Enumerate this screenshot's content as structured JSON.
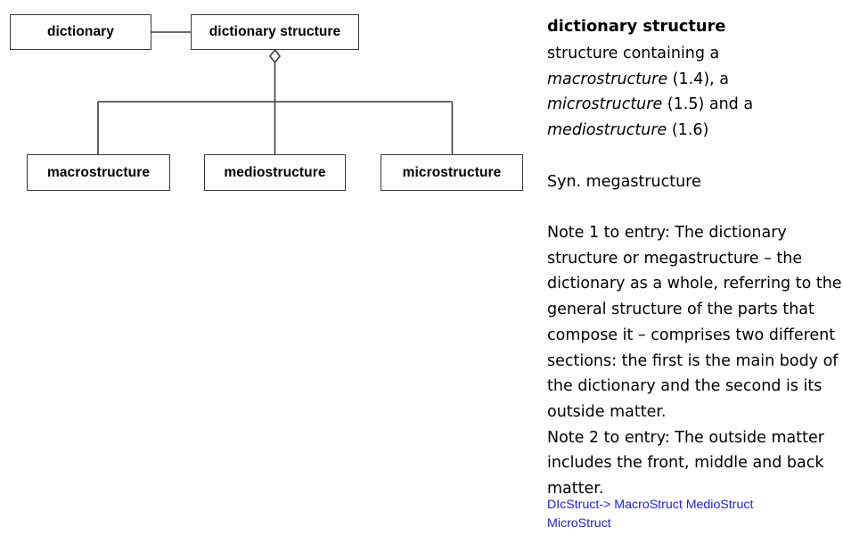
{
  "diagram": {
    "type": "uml-aggregation",
    "nodes": [
      {
        "id": "dictionary",
        "label": "dictionary"
      },
      {
        "id": "dictionary-structure",
        "label": "dictionary structure"
      },
      {
        "id": "macrostructure",
        "label": "macrostructure"
      },
      {
        "id": "mediostructure",
        "label": "mediostructure"
      },
      {
        "id": "microstructure",
        "label": "microstructure"
      }
    ],
    "edges": [
      {
        "from": "dictionary",
        "to": "dictionary-structure",
        "kind": "association"
      },
      {
        "from": "dictionary-structure",
        "to": "macrostructure",
        "kind": "aggregation"
      },
      {
        "from": "dictionary-structure",
        "to": "mediostructure",
        "kind": "aggregation"
      },
      {
        "from": "dictionary-structure",
        "to": "microstructure",
        "kind": "aggregation"
      }
    ],
    "colors": {
      "box_border": "#3a3a3a",
      "box_fill": "#ffffff",
      "line": "#3a3a3a"
    }
  },
  "definition": {
    "term": "dictionary structure",
    "body_prefix": "structure containing a ",
    "ref_1": "macrostructure",
    "ref_1_number": " (1.4), a ",
    "ref_2": "microstructure",
    "ref_2_number": " (1.5) and a ",
    "ref_3": "mediostructure",
    "ref_3_number": " (1.6)",
    "synonym": "Syn. megastructure",
    "notes": [
      "Note 1 to entry: The dictionary structure or megastructure – the dictionary as a whole, referring to the general structure of the parts that compose it – comprises two different sections: the first is the main body of the dictionary and the second is its outside matter.",
      "Note 2 to entry: The outside matter includes the front, middle and back matter."
    ],
    "source_reference": "DIcStruct-> MacroStruct MedioStruct MicroStruct",
    "source_reference_color": "#2222dd"
  }
}
